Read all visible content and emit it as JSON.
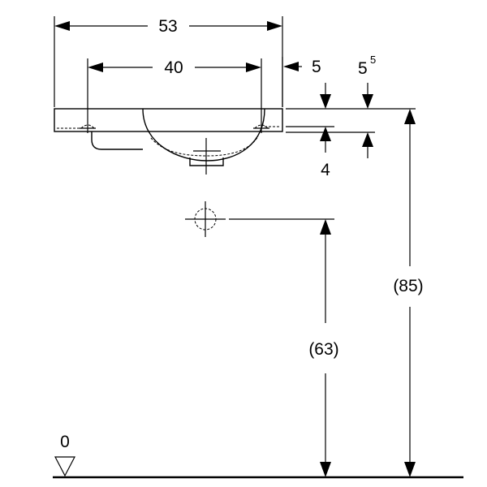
{
  "dimensions": {
    "overall_width": "53",
    "hole_spacing": "40",
    "rim_to_edge": "5",
    "rim_height_base": "5",
    "rim_height_sup": "5",
    "bowl_depth": "4",
    "drain_height": "(63)",
    "rim_height_total": "(85)",
    "floor_level": "0"
  },
  "colors": {
    "line": "#000000",
    "background": "#ffffff"
  }
}
